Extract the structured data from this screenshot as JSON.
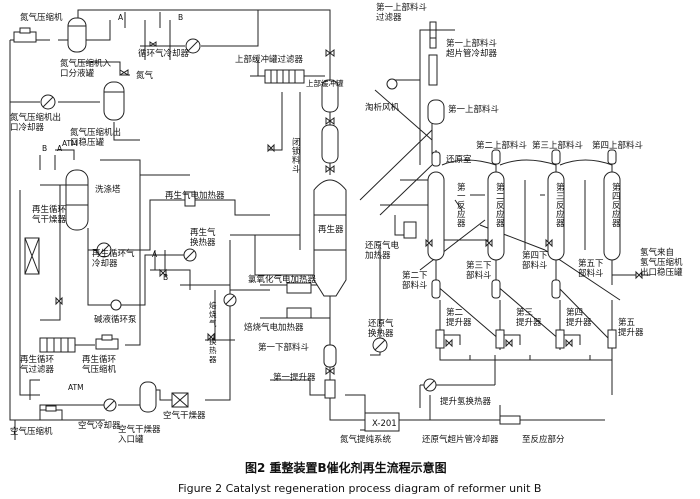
{
  "labels": {
    "n2_compressor": "氮气压缩机",
    "n2_comp_inlet_drum": "氮气压缩机入\n口分液罐",
    "nitrogen": "氮气",
    "n2_comp_outlet_cooler": "氮气压缩机出\n口冷却器",
    "n2_comp_outlet_surge": "氮气压缩机出\n口稳压罐",
    "recycle_gas_cooler": "循环气冷却器",
    "upper_buffer_filter": "上部缓冲罐过滤器",
    "upper_buffer_tank": "上部缓冲罐",
    "lock_hopper": "闭锁料斗",
    "elutriator_fan": "淘析风机",
    "first_upper_hopper_filter": "第一上部料斗\n过滤器",
    "first_upper_hopper_sh_cooler": "第一上部料斗\n超片管冷却器",
    "first_upper_hopper": "第一上部料斗",
    "second_upper_hopper": "第二上部料斗",
    "third_upper_hopper": "第三上部料斗",
    "fourth_upper_hopper": "第四上部料斗",
    "reduction_zone": "还原室",
    "washing_tower": "洗涤塔",
    "regen_gas_electric_heater": "再生气电加热器",
    "regen_recycle_gas_dryer": "再生循环\n气干燥器",
    "regen_recycle_gas_cooler": "再生循环气\n冷却器",
    "regen_gas_exchanger": "再生气\n换热器",
    "regenerator": "再生器",
    "oxychlor_heater": "氯氧化气电加热器",
    "drying_gas_exchanger": "焙烧气\n换热器",
    "calcination_heater": "焙烧气电加热器",
    "reduction_gas_heater": "还原气电\n加热器",
    "caustic_pump": "碱液循环泵",
    "first_lower_hopper": "第一下部料斗",
    "first_lift": "第一提升器",
    "reduction_gas_exchanger": "还原气\n换热器",
    "regen_recycle_filter": "再生循环\n气过滤器",
    "regen_recycle_compressor": "再生循环\n气压缩机",
    "reactor1": "第一反应器",
    "reactor2": "第二反应器",
    "reactor3": "第三反应器",
    "reactor4": "第四反应器",
    "second_lower_hopper": "第二下\n部料斗",
    "third_lower_hopper": "第三下\n部料斗",
    "fourth_lower_hopper": "第四下\n部料斗",
    "fifth_lower_hopper": "第五下\n部料斗",
    "second_lift": "第二\n提升器",
    "third_lift": "第三\n提升器",
    "fourth_lift": "第四\n提升器",
    "fifth_lift": "第五\n提升器",
    "h2_from_comp": "氢气来自\n氢气压缩机\n出口稳压罐",
    "x201": "X-201",
    "n2_purification": "氮气提纯系统",
    "lift_h2_exchanger": "提升氢换热器",
    "reduction_sh_cooler": "还原气超片管冷却器",
    "to_reaction": "至反应部分",
    "air_compressor": "空气压缩机",
    "air_cooler": "空气冷却器",
    "air_dryer": "空气干燥器",
    "air_dryer_inlet": "空气干燥器\n入口罐",
    "atm": "ATM",
    "a": "A",
    "b": "B"
  },
  "caption": {
    "zh": "图2    重整装置B催化剂再生流程示意图",
    "en": "Figure 2    Catalyst regeneration process diagram of reformer unit B"
  }
}
